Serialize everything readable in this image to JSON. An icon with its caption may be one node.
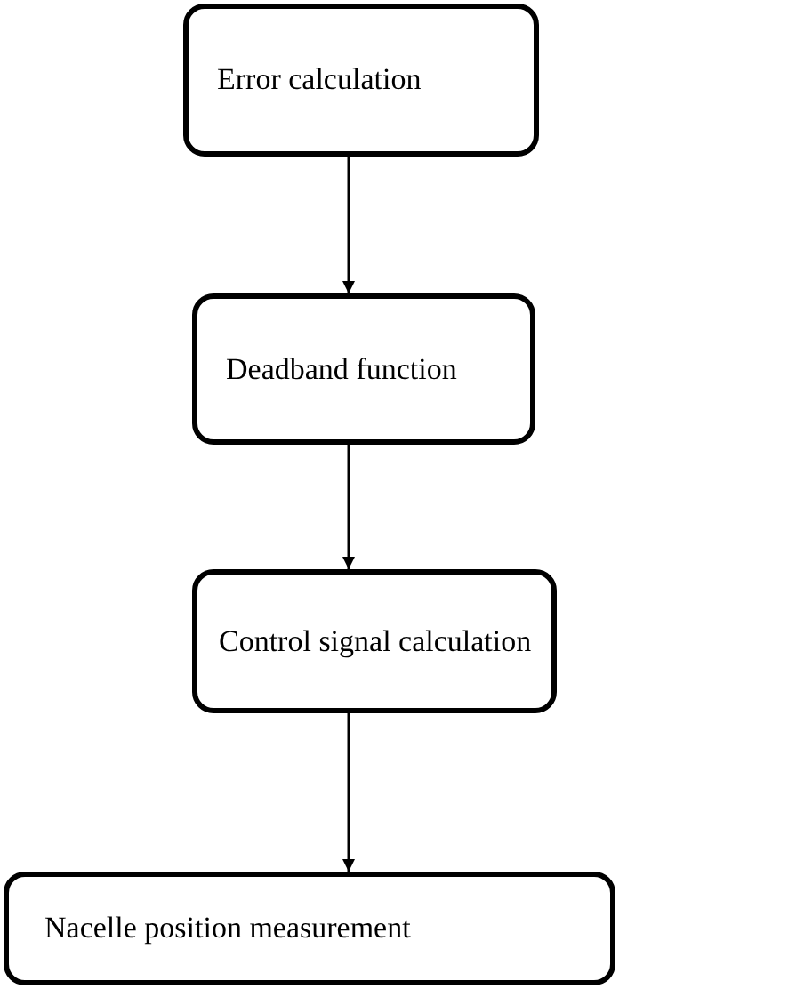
{
  "diagram": {
    "nodes": [
      {
        "text": [
          "Error calculation"
        ]
      },
      {
        "text": [
          "Deadband function"
        ]
      },
      {
        "text": [
          "Control signal calculation"
        ]
      },
      {
        "text": [
          "Nacelle position measurement"
        ]
      }
    ],
    "edges": [
      {
        "from": 0,
        "to": 1,
        "arrow": "to"
      },
      {
        "from": 1,
        "to": 2,
        "arrow": "to"
      },
      {
        "from": 2,
        "to": 3,
        "arrow": "to"
      }
    ]
  }
}
